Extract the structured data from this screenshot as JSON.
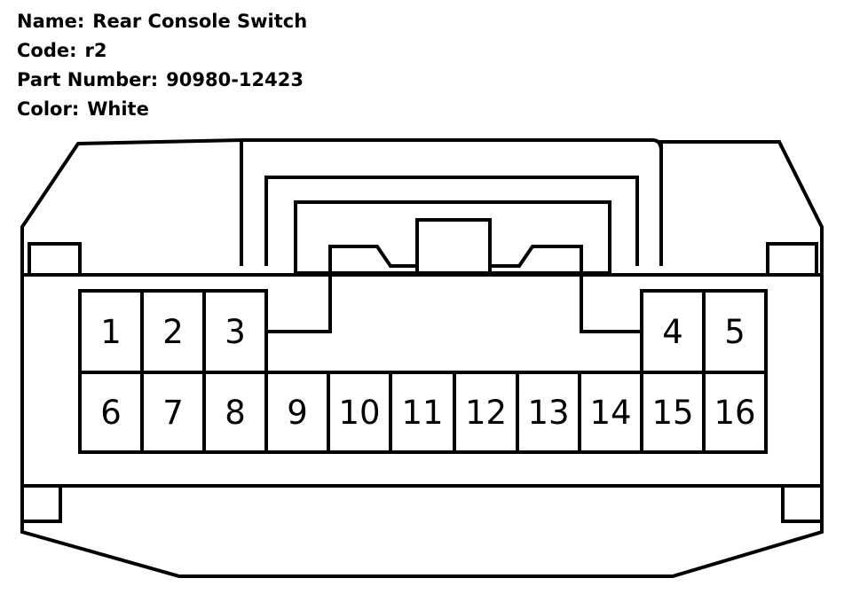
{
  "info": {
    "name": {
      "label": "Name:",
      "value": "Rear Console Switch"
    },
    "code": {
      "label": "Code:",
      "value": "r2"
    },
    "part": {
      "label": "Part Number:",
      "value": "90980-12423"
    },
    "color": {
      "label": "Color:",
      "value": "White"
    }
  },
  "connector": {
    "line_color": "#000000",
    "background": "#ffffff",
    "top_row_left": [
      "1",
      "2",
      "3"
    ],
    "top_row_right": [
      "4",
      "5"
    ],
    "bottom_row": [
      "6",
      "7",
      "8",
      "9",
      "10",
      "11",
      "12",
      "13",
      "14",
      "15",
      "16"
    ]
  }
}
